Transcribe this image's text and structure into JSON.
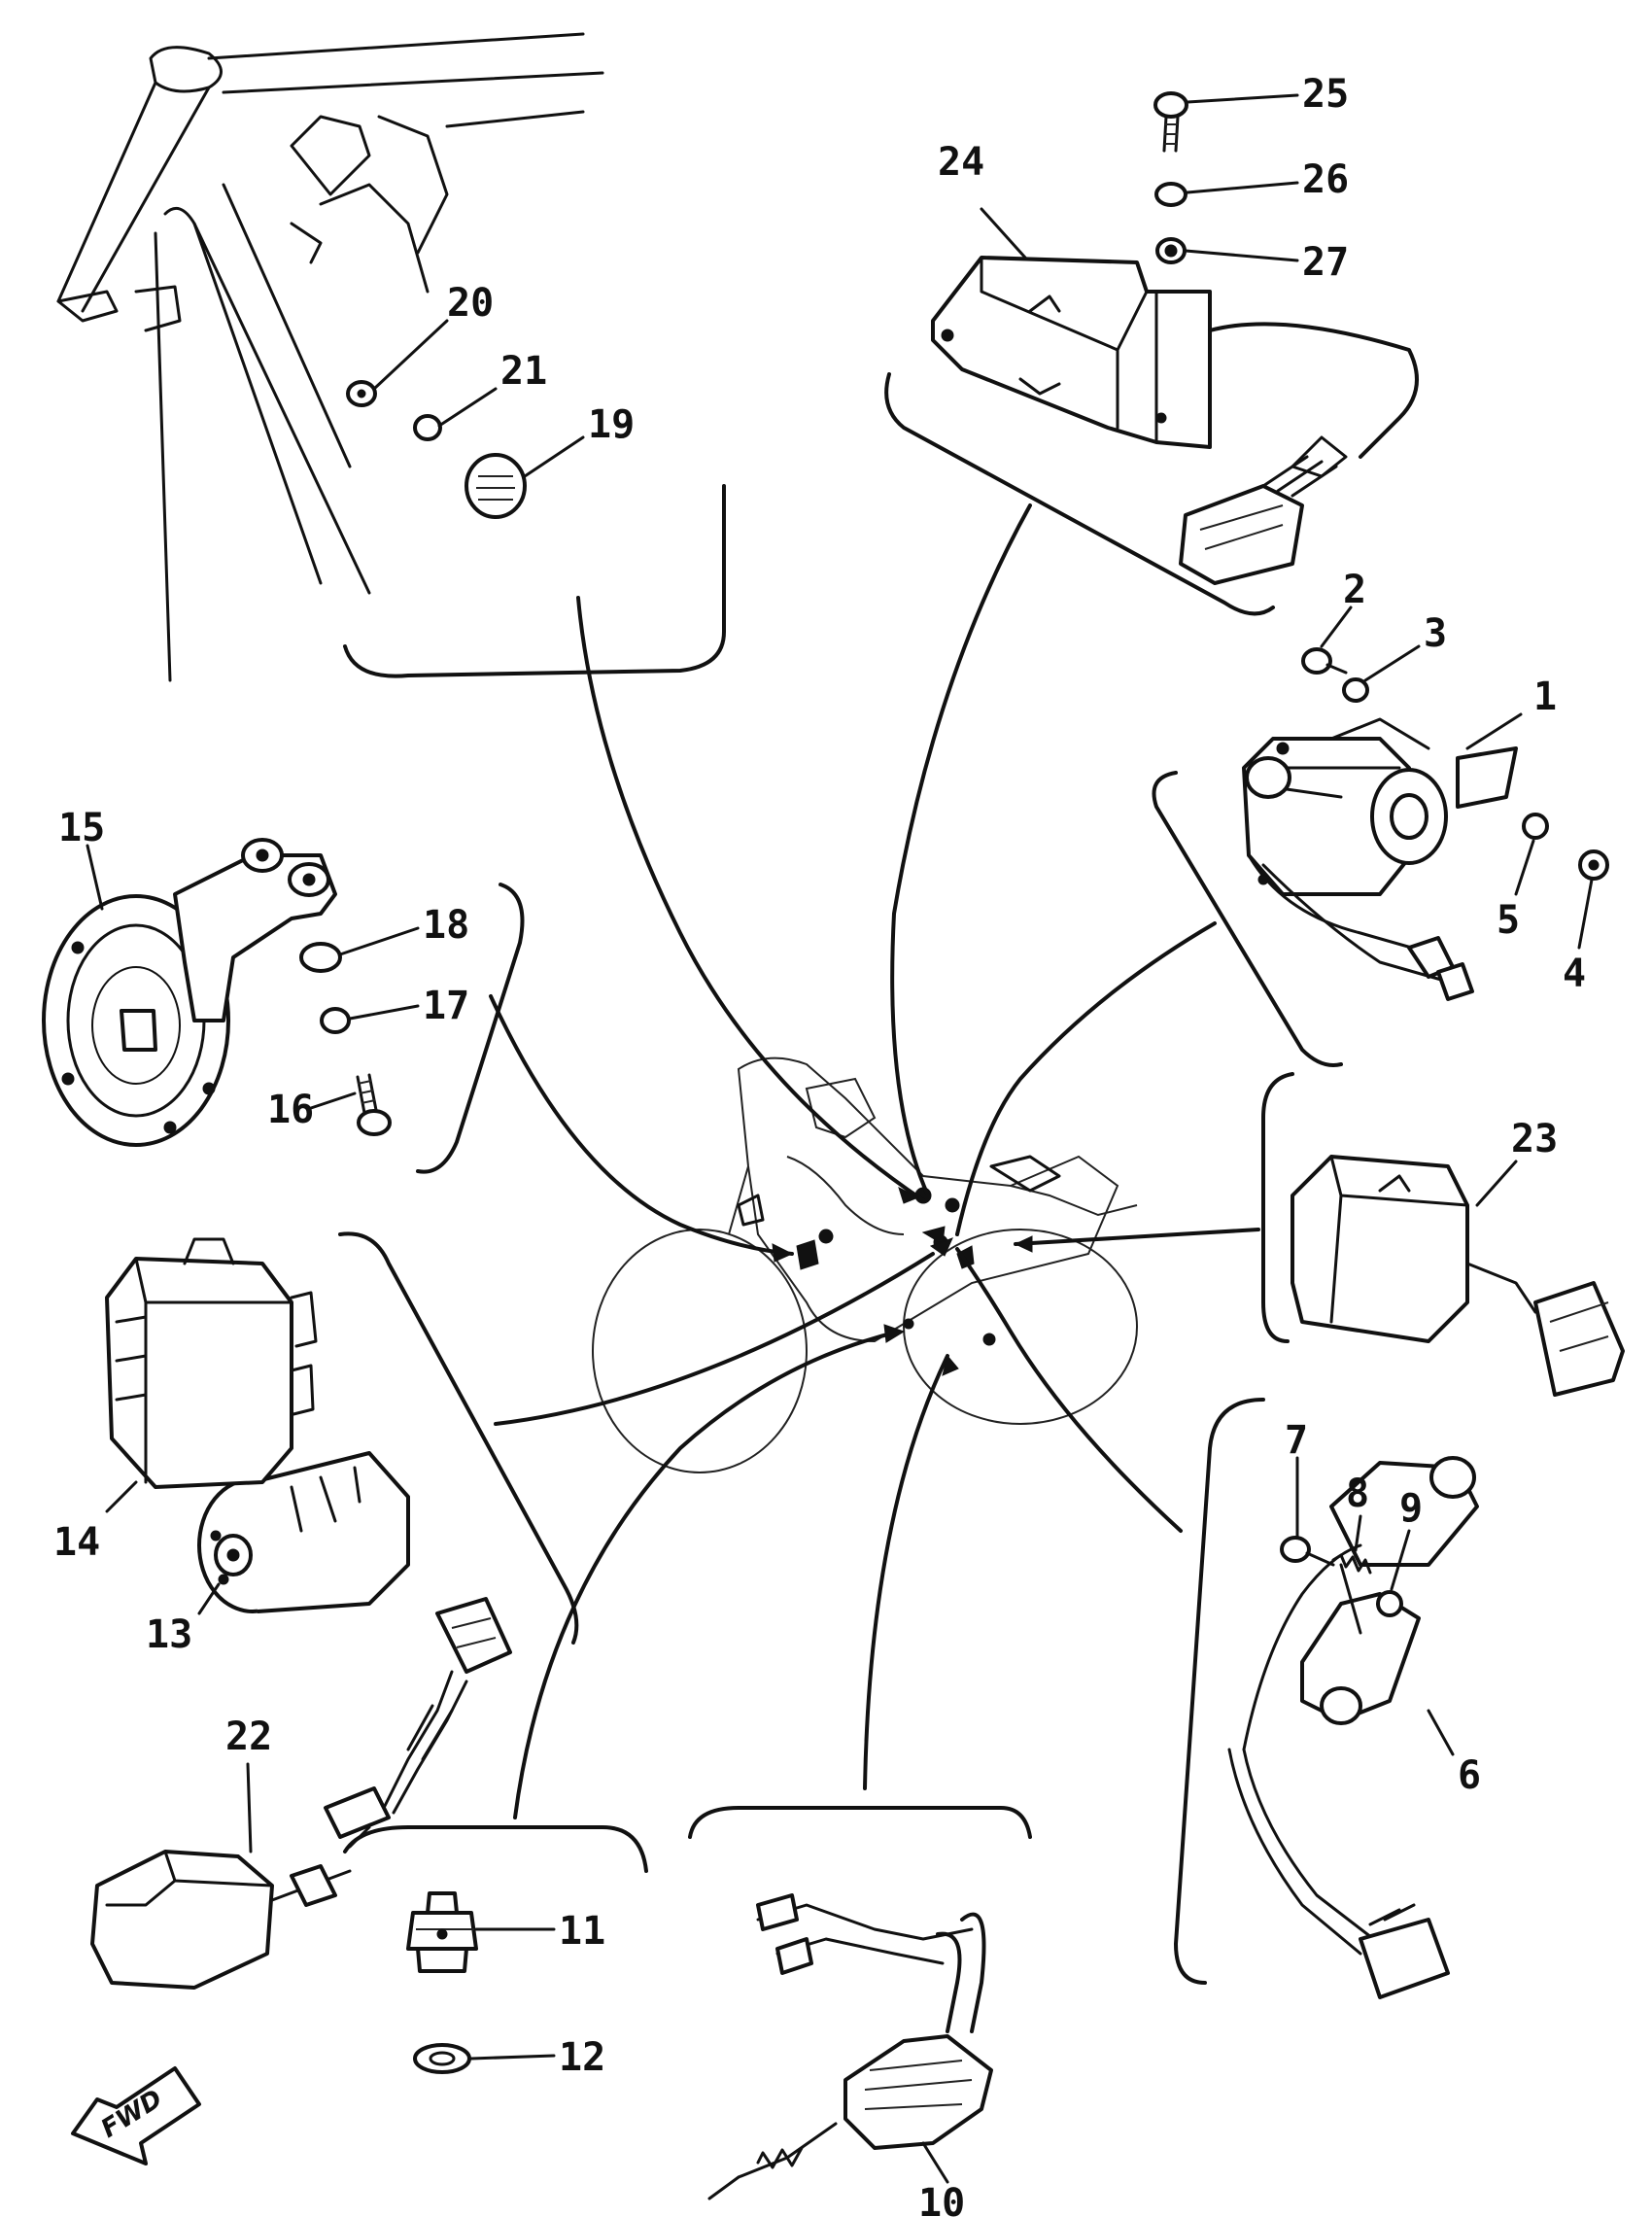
{
  "callouts": {
    "p1": "1",
    "p2": "2",
    "p3": "3",
    "p4": "4",
    "p5": "5",
    "p6": "6",
    "p7": "7",
    "p8": "8",
    "p9": "9",
    "p10": "10",
    "p11": "11",
    "p12": "12",
    "p13": "13",
    "p14": "14",
    "p15": "15",
    "p16": "16",
    "p17": "17",
    "p18": "18",
    "p19": "19",
    "p20": "20",
    "p21": "21",
    "p22": "22",
    "p23": "23",
    "p24": "24",
    "p25": "25",
    "p26": "26",
    "p27": "27"
  },
  "direction_badge": "FWD"
}
